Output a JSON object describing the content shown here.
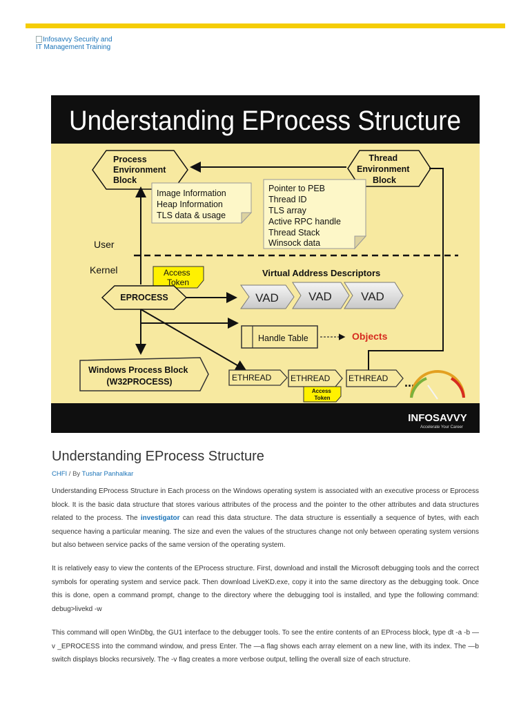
{
  "logo": {
    "alt": "Infosavvy Security and IT Management Training"
  },
  "hero": {
    "banner": "Understanding EProcess Structure",
    "peb": [
      "Process",
      "Environment",
      "Block"
    ],
    "teb": [
      "Thread",
      "Environment",
      "Block"
    ],
    "note1": [
      "Image Information",
      "Heap Information",
      "TLS data & usage"
    ],
    "note2": [
      "Pointer to PEB",
      "Thread ID",
      "TLS array",
      "Active RPC handle",
      "Thread Stack",
      "Winsock data"
    ],
    "user": "User",
    "kernel": "Kernel",
    "access_token": [
      "Access",
      "Token"
    ],
    "access_token_small": [
      "Access",
      "Token"
    ],
    "eprocess": "EPROCESS",
    "vad_title": "Virtual Address Descriptors",
    "vad": [
      "VAD",
      "VAD",
      "VAD"
    ],
    "handle_table": "Handle Table",
    "objects": "Objects",
    "w32": [
      "Windows Process Block",
      "(W32PROCESS)"
    ],
    "ethread": [
      "ETHREAD",
      "ETHREAD",
      "ETHREAD"
    ],
    "ellipsis": "...",
    "brand": "INFOSAVVY",
    "tagline": "Accelerate Your Career"
  },
  "article": {
    "title": "Understanding EProcess Structure",
    "category": "CHFI",
    "by": " / By ",
    "author": "Tushar Panhalkar",
    "p1_a": "Understanding EProcess Structure in Each process on the Windows operating system is associated with an executive process or Eprocess block. It is the basic data structure that stores various attributes of the process and the pointer to the other attributes and data structures related to the process. The ",
    "p1_link": "investigator",
    "p1_b": " can read this data structure. The data structure is essentially a sequence of bytes, with each sequence having a particular meaning. The size and even the values of the structures change not only between operating system versions but also between service packs of the same version of the operating system.",
    "p2": "It is relatively easy to view the contents of the EProcess structure. First, download and install the Microsoft debugging tools and the correct symbols for operating system and service pack. Then download LiveKD.exe, copy it into the same directory as the debugging took. Once this is done, open a command prompt, change to the directory where the debugging tool is installed, and type the following command: debug>livekd -w",
    "p3": "This command will open WinDbg, the GU1 interface to the debugger tools. To see the entire contents of an EProcess block, type dt -a -b —v _EPROCESS into the command window, and press Enter. The —a flag shows each array element on a new line, with its index. The —b switch displays blocks recursively. The -v flag creates a more verbose output, telling the overall size of each structure."
  },
  "colors": {
    "accent": "#f5cd06",
    "diagram_bg": "#f7e9a0",
    "link": "#1a73b8",
    "objects": "#d62b1f"
  }
}
